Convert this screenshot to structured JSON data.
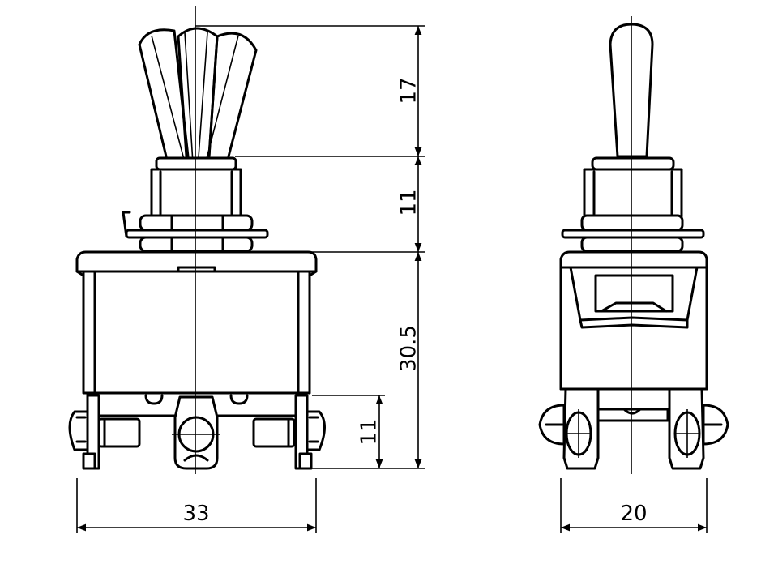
{
  "dimensions": {
    "lever_height": "17",
    "bushing_height": "11",
    "body_height": "30.5",
    "terminal_height": "11",
    "body_width": "33",
    "side_width": "20"
  },
  "colors": {
    "ink": "#000000",
    "paper": "#ffffff"
  }
}
